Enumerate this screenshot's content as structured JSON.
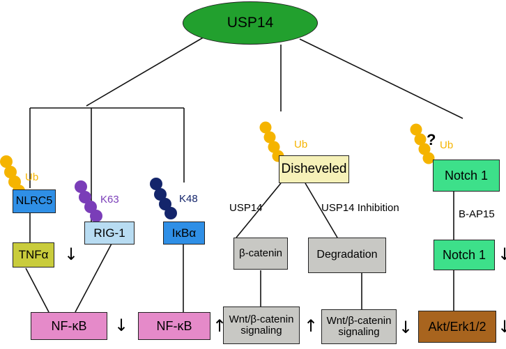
{
  "root": "USP14",
  "colors": {
    "root": "#22a02e",
    "ub_yellow": "#f5b400",
    "k63_purple": "#7a3db8",
    "k48_navy": "#14256b",
    "blue_box": "#2f8fe6",
    "light_blue_box": "#b8dcf2",
    "olive_box": "#c9cc3c",
    "pink_box": "#e58ac9",
    "pale_yellow_box": "#f6f1b8",
    "grey_box": "#c8c8c4",
    "green_box": "#3de08a",
    "brown_box": "#a8641e"
  },
  "left": {
    "nlrc5": "NLRC5",
    "ub": "Ub",
    "tnfa": "TNFα",
    "tnfa_arrow": "↓",
    "nfkb_left": "NF-κB",
    "nfkb_left_arrow": "↓",
    "rig1": "RIG-1",
    "k63": "K63",
    "ikba": "IκBα",
    "k48": "K48",
    "nfkb_mid": "NF-κB",
    "nfkb_mid_arrow": "↑"
  },
  "middle": {
    "ub": "Ub",
    "disheveled": "Disheveled",
    "usp14_label": "USP14",
    "inhibition_label": "USP14 Inhibition",
    "beta_catenin": "β-catenin",
    "degradation": "Degradation",
    "wnt_left_line1": "Wnt/β-catenin",
    "wnt_left_line2": "signaling",
    "wnt_left_arrow": "↑",
    "wnt_right_line1": "Wnt/β-catenin",
    "wnt_right_line2": "signaling",
    "wnt_right_arrow": "↓"
  },
  "right": {
    "question": "?",
    "ub": "Ub",
    "notch1_top": "Notch 1",
    "bap15": "B-AP15",
    "notch1_bottom": "Notch 1",
    "notch1_arrow": "↓",
    "akt": "Akt/Erk1/2",
    "akt_arrow": "↓"
  }
}
